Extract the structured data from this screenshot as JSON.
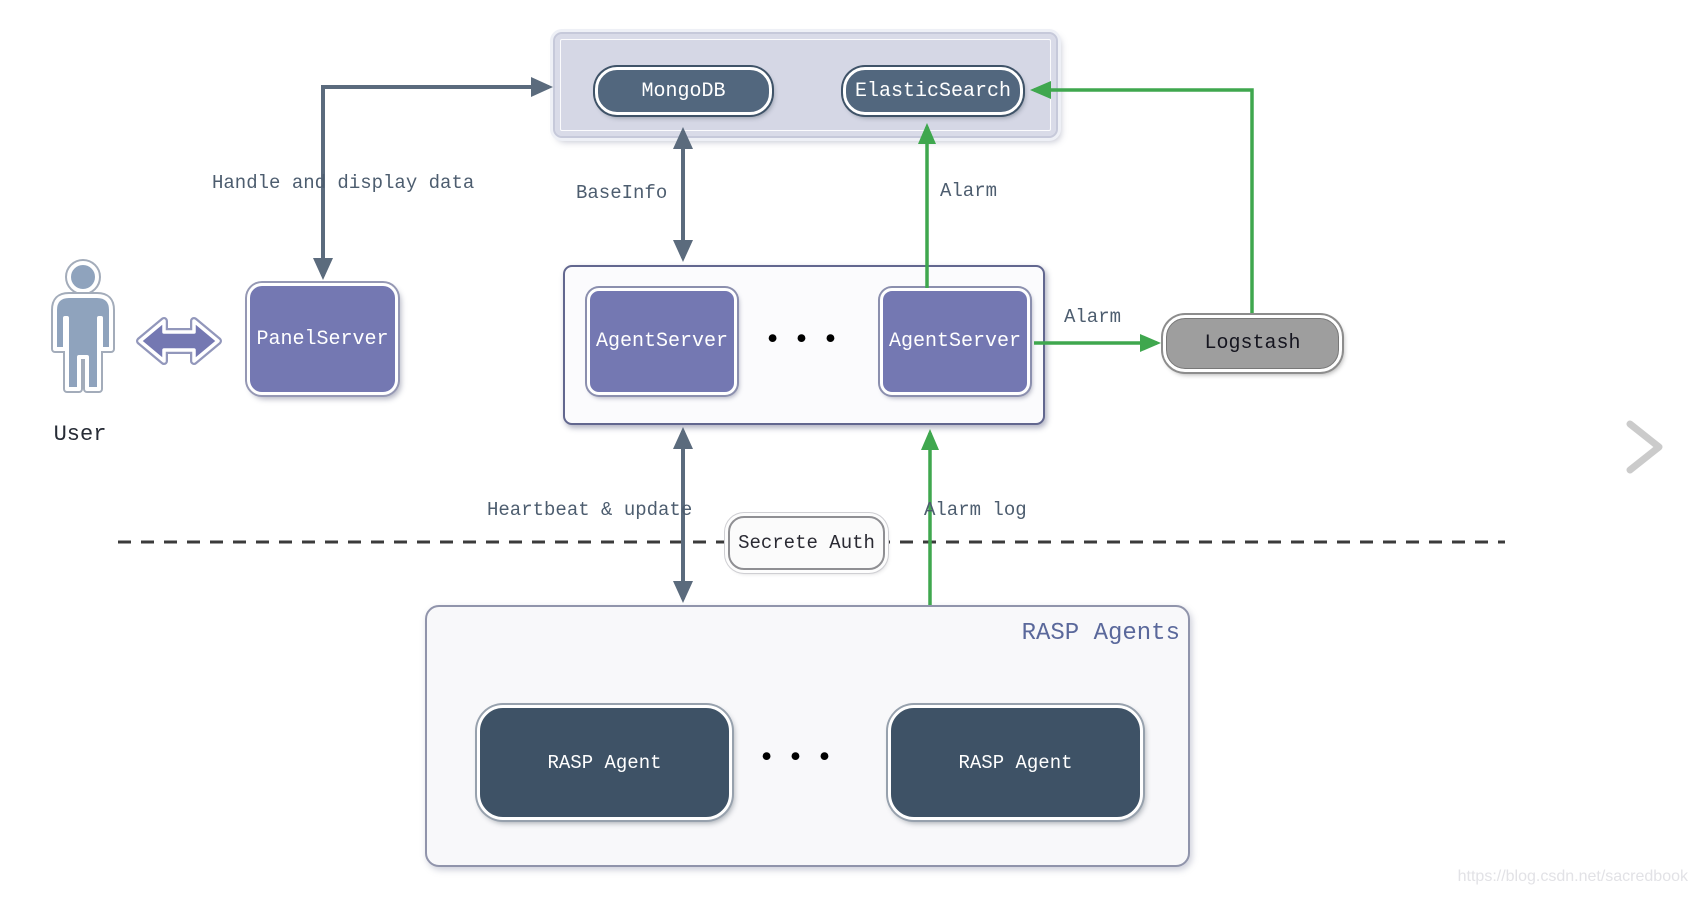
{
  "nodes": {
    "mongodb": {
      "label": "MongoDB"
    },
    "elasticsearch": {
      "label": "ElasticSearch"
    },
    "panel_server": {
      "label": "PanelServer"
    },
    "agent_server_left": {
      "label": "AgentServer"
    },
    "agent_server_right": {
      "label": "AgentServer"
    },
    "logstash": {
      "label": "Logstash"
    },
    "secrete_auth": {
      "label": "Secrete Auth"
    },
    "rasp_agent_left": {
      "label": "RASP Agent"
    },
    "rasp_agent_right": {
      "label": "RASP Agent"
    }
  },
  "containers": {
    "rasp_agents": {
      "label": "RASP Agents"
    }
  },
  "actors": {
    "user": {
      "label": "User"
    }
  },
  "edge_labels": {
    "handle_display": "Handle and display data",
    "base_info": "BaseInfo",
    "alarm_to_es": "Alarm",
    "alarm_to_logstash": "Alarm",
    "heartbeat": "Heartbeat & update",
    "alarm_log": "Alarm log"
  },
  "decorations": {
    "agent_ellipsis": "•••",
    "rasp_ellipsis": "•••"
  },
  "colors": {
    "node_purple": "#7478B2",
    "node_slate": "#52677E",
    "node_dark_slate": "#3E5266",
    "logstash_gray": "#9E9E9E",
    "db_container_fill": "#D5D7E5",
    "arrow_gray": "#5B6B7D",
    "arrow_green": "#3FA74E",
    "edge_label_color": "#4D5D6F",
    "rasp_title_color": "#5A689B"
  },
  "page": {
    "watermark": "https://blog.csdn.net/sacredbook"
  }
}
